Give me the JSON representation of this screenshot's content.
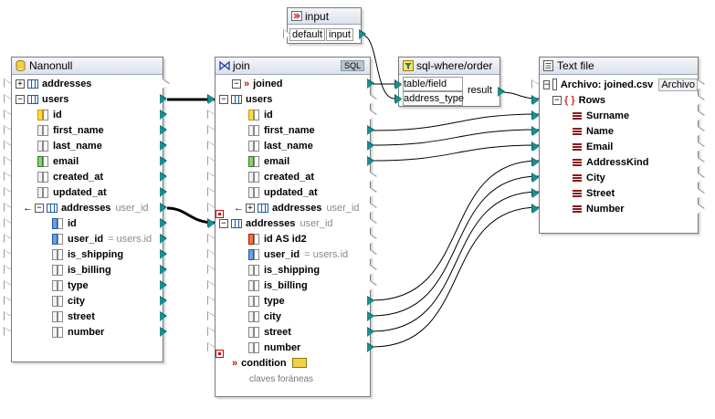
{
  "nanonull": {
    "title": "Nanonull",
    "rows": [
      {
        "label": "addresses",
        "suffix": ""
      },
      {
        "label": "users",
        "suffix": ""
      },
      {
        "label": "id",
        "suffix": ""
      },
      {
        "label": "first_name",
        "suffix": ""
      },
      {
        "label": "last_name",
        "suffix": ""
      },
      {
        "label": "email",
        "suffix": ""
      },
      {
        "label": "created_at",
        "suffix": ""
      },
      {
        "label": "updated_at",
        "suffix": ""
      },
      {
        "label": "addresses",
        "suffix": "user_id"
      },
      {
        "label": "id",
        "suffix": ""
      },
      {
        "label": "user_id",
        "suffix": "= users.id"
      },
      {
        "label": "is_shipping",
        "suffix": ""
      },
      {
        "label": "is_billing",
        "suffix": ""
      },
      {
        "label": "type",
        "suffix": ""
      },
      {
        "label": "city",
        "suffix": ""
      },
      {
        "label": "street",
        "suffix": ""
      },
      {
        "label": "number",
        "suffix": ""
      }
    ]
  },
  "join": {
    "title": "join",
    "badge": "SQL",
    "rows": [
      {
        "label": "joined",
        "suffix": ""
      },
      {
        "label": "users",
        "suffix": ""
      },
      {
        "label": "id",
        "suffix": ""
      },
      {
        "label": "first_name",
        "suffix": ""
      },
      {
        "label": "last_name",
        "suffix": ""
      },
      {
        "label": "email",
        "suffix": ""
      },
      {
        "label": "created_at",
        "suffix": ""
      },
      {
        "label": "updated_at",
        "suffix": ""
      },
      {
        "label": "addresses",
        "suffix": "user_id"
      },
      {
        "label": "addresses",
        "suffix": "user_id"
      },
      {
        "label": "id AS id2",
        "suffix": ""
      },
      {
        "label": "user_id",
        "suffix": "= users.id"
      },
      {
        "label": "is_shipping",
        "suffix": ""
      },
      {
        "label": "is_billing",
        "suffix": ""
      },
      {
        "label": "type",
        "suffix": ""
      },
      {
        "label": "city",
        "suffix": ""
      },
      {
        "label": "street",
        "suffix": ""
      },
      {
        "label": "number",
        "suffix": ""
      },
      {
        "label": "condition",
        "suffix": ""
      }
    ],
    "note": "claves foráneas"
  },
  "input": {
    "title": "input",
    "default_label": "default",
    "input_label": "input"
  },
  "sqlwhere": {
    "title": "sql-where/order",
    "table_field": "table/field",
    "address_type": "address_type",
    "result": "result"
  },
  "textfile": {
    "title": "Text file",
    "file_label": "Archivo: joined.csv",
    "file_button": "Archivo",
    "rows_label": "Rows",
    "fields": [
      "Surname",
      "Name",
      "Email",
      "AddressKind",
      "City",
      "Street",
      "Number"
    ]
  }
}
